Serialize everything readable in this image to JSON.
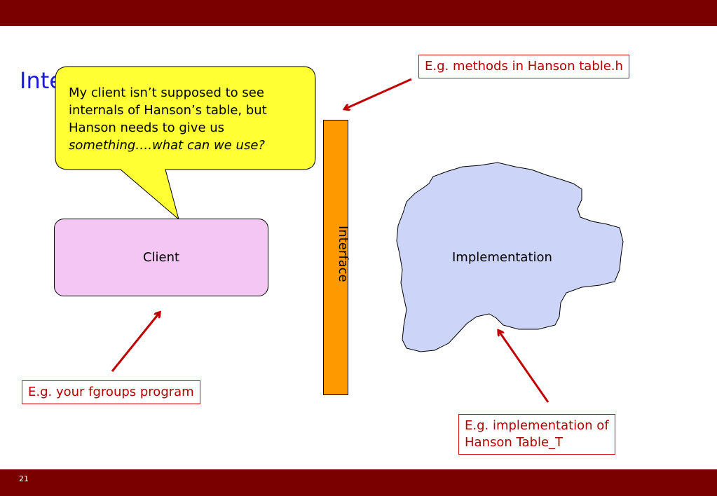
{
  "slide": {
    "title": "Interface",
    "page_number": "21"
  },
  "callout": {
    "line1": "My client isn’t supposed to see",
    "line2": "internals of Hanson’s table, but",
    "line3": "Hanson needs to give us",
    "line4": "something….what can we use?"
  },
  "boxes": {
    "client": "Client",
    "interface": "Interface",
    "implementation": "Implementation"
  },
  "notes": {
    "interface_note": "E.g. methods in Hanson table.h",
    "client_note": "E.g. your fgroups program",
    "impl_note_line1": "E.g. implementation of",
    "impl_note_line2": "Hanson Table_T"
  },
  "colors": {
    "bars": "#7a0000",
    "title": "#1a1ad8",
    "callout_fill": "#ffff33",
    "client_fill": "#f3c6f3",
    "interface_fill": "#ff9900",
    "implementation_fill": "#ccd4f8",
    "arrows": "#c00000"
  }
}
